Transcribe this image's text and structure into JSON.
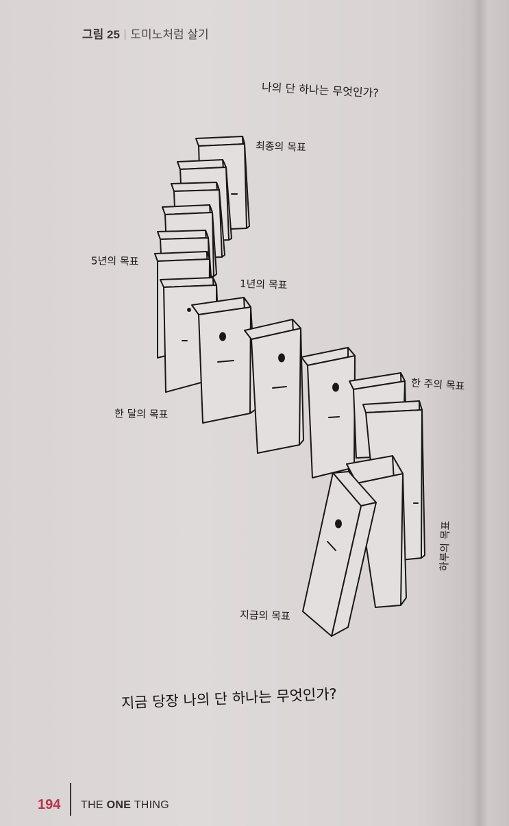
{
  "header": {
    "figure_no": "그림 25",
    "figure_title": "도미노처럼 살기"
  },
  "top_question": "나의 단 하나는 무엇인가?",
  "labels": {
    "final_goal": "최종의 목표",
    "five_year": "5년의 목표",
    "one_year": "1년의 목표",
    "one_month": "한 달의 목표",
    "one_week": "한 주의 목표",
    "today": "하루의 목표",
    "now": "지금의 목표"
  },
  "bottom_question": "지금 당장 나의 단 하나는 무엇인가?",
  "footer": {
    "page_number": "194",
    "book_title_pre": "THE ",
    "book_title_bold": "ONE",
    "book_title_post": " THING"
  }
}
